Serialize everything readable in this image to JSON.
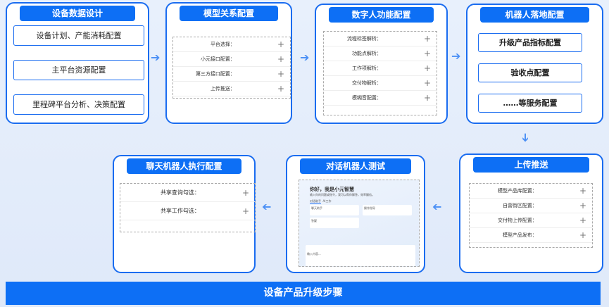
{
  "cards": {
    "device": {
      "title": "设备数据设计",
      "items": [
        "设备计划、产能消耗配置",
        "主平台资源配置",
        "里程碑平台分析、决策配置"
      ]
    },
    "model": {
      "title": "模型关系配置",
      "rows": [
        "平台选择：",
        "小元接口配置：",
        "第三方接口配置：",
        "上传推送："
      ]
    },
    "digital": {
      "title": "数字人功能配置",
      "rows": [
        "流程标签解析：",
        "功能点解析：",
        "工作项解析：",
        "交付物解析：",
        "模糊音配置："
      ]
    },
    "robot": {
      "title": "机器人落地配置",
      "items": [
        "升级产品指标配置",
        "验收点配置",
        "……等服务配置"
      ]
    },
    "upload": {
      "title": "上传推送",
      "rows": [
        "模型产品库配置：",
        "自营街区配置：",
        "交付物上传配置：",
        "模型产品发布："
      ]
    },
    "test": {
      "title": "对话机器人测试",
      "greeting": "你好，我是小元智慧",
      "subtitle": "输入你的问题或指令，我可以帮你解答，效率翻倍。",
      "tabs": [
        "对话助手",
        "AI工作"
      ],
      "mini_cards": [
        "聊天助手",
        "操作指导",
        "答疑"
      ],
      "input_placeholder": "输入内容..."
    },
    "chat": {
      "title": "聊天机器人执行配置",
      "rows": [
        "共享查询勾选：",
        "共享工作勾选："
      ]
    }
  },
  "icons": {
    "plus": "+",
    "arrow": "➔"
  },
  "banner": "设备产品升级步骤"
}
